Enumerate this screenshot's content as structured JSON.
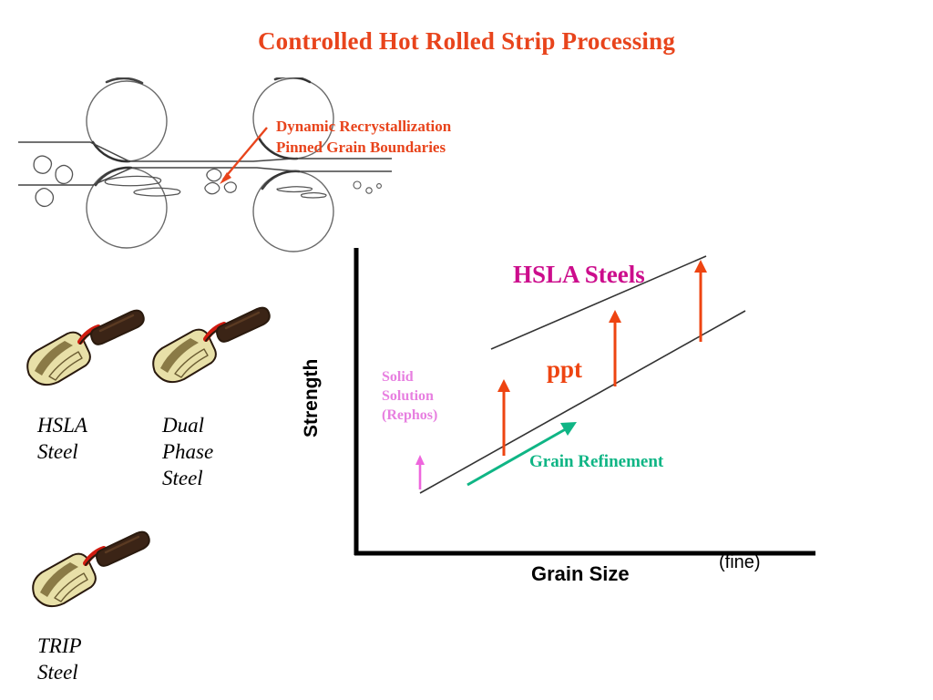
{
  "slide": {
    "title": "Controlled Hot Rolled Strip Processing",
    "title_color": "#E8441C",
    "background": "#ffffff"
  },
  "sketch": {
    "name": "rolling-mill-schematic",
    "description": "Hand-drawn schematic of two rolling stands with strip and grain structure",
    "callout": {
      "line1": "Dynamic Recrystallization",
      "line2": "Pinned Grain Boundaries",
      "color": "#E8441C",
      "arrow_color": "#E8441C"
    }
  },
  "steel_samples": [
    {
      "icon": "trowel-icon",
      "label_line1": "HSLA",
      "label_line2": "Steel",
      "label_line3": ""
    },
    {
      "icon": "trowel-icon",
      "label_line1": "Dual",
      "label_line2": "Phase",
      "label_line3": "Steel"
    },
    {
      "icon": "trowel-icon",
      "label_line1": "TRIP",
      "label_line2": "Steel",
      "label_line3": ""
    }
  ],
  "trowel_colors": {
    "handle": "#3B2416",
    "shank": "#D01B10",
    "blade": "#E8E0A8",
    "blade_shadow": "#8A7A46",
    "outline": "#2A1A0E"
  },
  "chart_data": {
    "type": "line",
    "title": "",
    "xlabel": "Grain Size",
    "xlabel_note": "(fine)",
    "ylabel": "Strength",
    "grid": false,
    "axis_color": "#000000",
    "xlim": [
      0,
      100
    ],
    "ylim": [
      0,
      100
    ],
    "series": [
      {
        "name": "lower strength trend line",
        "color": "#222222",
        "x": [
          14,
          100
        ],
        "y": [
          18,
          71
        ]
      },
      {
        "name": "upper strength trend line (HSLA Steels)",
        "color": "#222222",
        "x": [
          38,
          88
        ],
        "y": [
          55,
          95
        ]
      }
    ],
    "annotations": [
      {
        "name": "hsla-steels-label",
        "text": "HSLA Steels",
        "color": "#CC0D8C",
        "x": 60,
        "y": 93
      },
      {
        "name": "ppt-label",
        "text": "ppt",
        "color": "#EE4411",
        "x": 55,
        "y": 60
      },
      {
        "name": "solid-solution-label",
        "text": "Solid Solution (Rephos)",
        "lines": [
          "Solid",
          "Solution",
          "(Rephos)"
        ],
        "color": "#E77FE0",
        "x": 20,
        "y": 57
      },
      {
        "name": "grain-refinement-label",
        "text": "Grain Refinement",
        "color": "#0FB585",
        "x": 52,
        "y": 28
      }
    ],
    "arrows": [
      {
        "name": "solid-solution-arrow",
        "color": "#EE66DD",
        "direction": "up",
        "x": 16,
        "y_start": 4,
        "y_end": 14
      },
      {
        "name": "ppt-arrow-left",
        "color": "#EE4411",
        "direction": "up",
        "x": 36,
        "y_start": 30,
        "y_end": 57
      },
      {
        "name": "ppt-arrow-middle",
        "color": "#EE4411",
        "direction": "up",
        "x": 64,
        "y_start": 46,
        "y_end": 79
      },
      {
        "name": "ppt-arrow-right",
        "color": "#EE4411",
        "direction": "up",
        "x": 89,
        "y_start": 68,
        "y_end": 100
      },
      {
        "name": "grain-refinement-arrow",
        "color": "#0FB585",
        "direction": "up-right",
        "x_start": 26,
        "y_start": 15,
        "x_end": 50,
        "y_end": 35
      }
    ]
  }
}
